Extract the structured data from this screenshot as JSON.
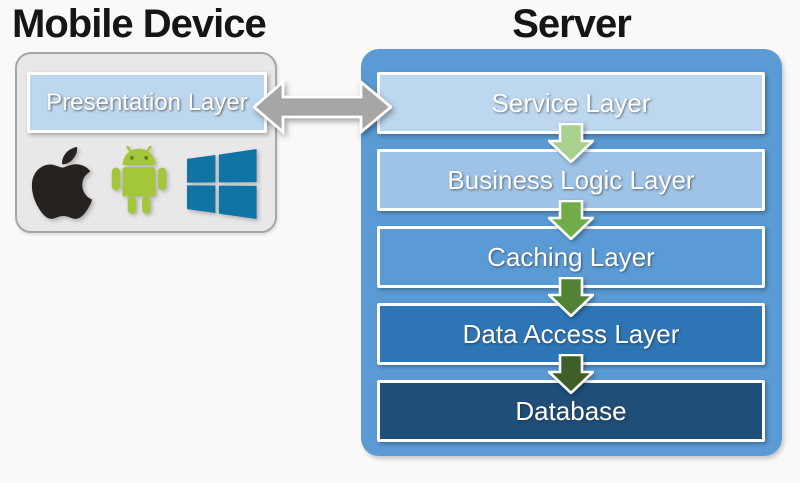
{
  "titles": {
    "mobile": "Mobile Device",
    "server": "Server"
  },
  "mobile": {
    "box_fill": "#e9e8e8",
    "box_border": "#a6a6a6",
    "presentation": {
      "label": "Presentation Layer",
      "fill": "#bdd7ee"
    },
    "platforms": [
      {
        "name": "apple-icon",
        "color": "#262220"
      },
      {
        "name": "android-icon",
        "color": "#a4c639"
      },
      {
        "name": "windows-icon",
        "color": "#0f73a3"
      }
    ]
  },
  "server": {
    "box_fill": "#5b9bd5",
    "layers": [
      {
        "label": "Service Layer",
        "fill": "#bdd7ee"
      },
      {
        "label": "Business Logic Layer",
        "fill": "#9dc3e6"
      },
      {
        "label": "Caching Layer",
        "fill": "#5b9bd5"
      },
      {
        "label": "Data Access Layer",
        "fill": "#2e75b6"
      },
      {
        "label": "Database",
        "fill": "#1f4e79"
      }
    ],
    "flow_arrow_colors": [
      "#a9d18e",
      "#70ad47",
      "#548235",
      "#3f5f28"
    ]
  },
  "connector": {
    "color": "#a6a6a6"
  }
}
